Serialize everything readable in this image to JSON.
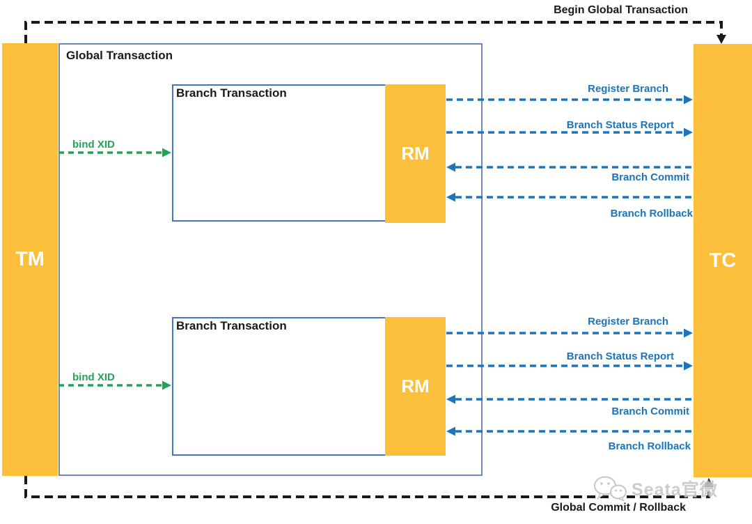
{
  "colors": {
    "orange": "#FBBF3B",
    "blue_arrow": "#1B75BC",
    "green_arrow": "#23A455",
    "black": "#1a1a1a",
    "global_box_border": "#7289B7",
    "branch_box_border": "#4472C4",
    "watermark_gray": "#c7c7c7"
  },
  "tm": {
    "label": "TM"
  },
  "tc": {
    "label": "TC"
  },
  "top_flow": {
    "label": "Begin Global Transaction"
  },
  "bottom_flow": {
    "label": "Global Commit / Rollback"
  },
  "global_transaction": {
    "label": "Global Transaction"
  },
  "branches": [
    {
      "label": "Branch Transaction",
      "rm": "RM",
      "bind": "bind XID",
      "to_tc": [
        "Register Branch",
        "Branch Status Report"
      ],
      "from_tc": [
        "Branch Commit",
        "Branch Rollback"
      ]
    },
    {
      "label": "Branch Transaction",
      "rm": "RM",
      "bind": "bind XID",
      "to_tc": [
        "Register Branch",
        "Branch Status Report"
      ],
      "from_tc": [
        "Branch Commit",
        "Branch Rollback"
      ]
    }
  ],
  "watermark": {
    "text": "Seata官微",
    "icon": "wechat-logo-icon"
  }
}
